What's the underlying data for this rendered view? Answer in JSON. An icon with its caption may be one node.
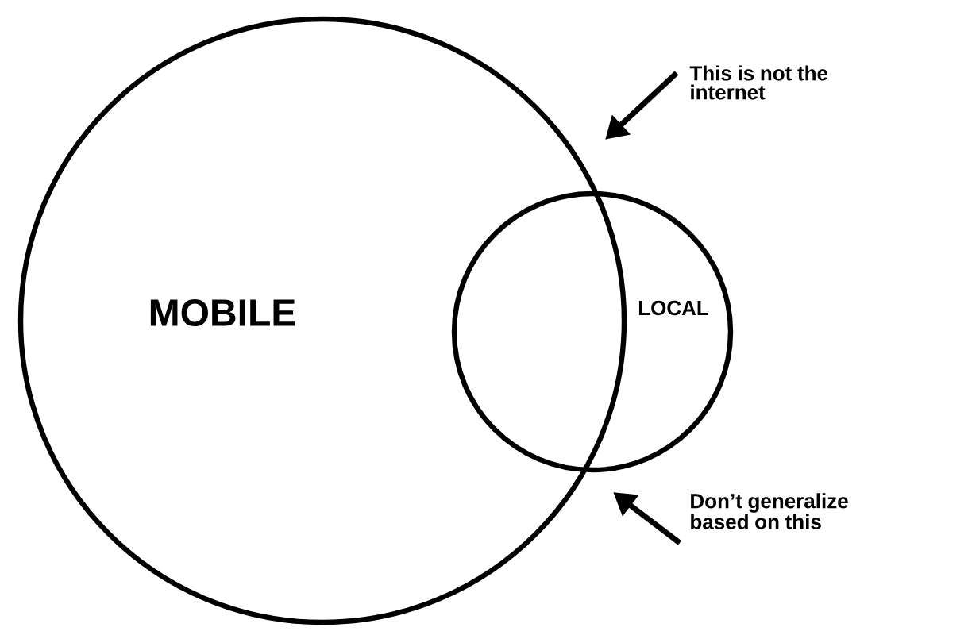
{
  "diagram": {
    "nodes": [
      {
        "text": [
          "MOBILE"
        ]
      },
      {
        "text": [
          "LOCAL"
        ]
      },
      {
        "text": [
          "This is not the internet"
        ]
      },
      {
        "text": [
          "Don’t generalize based on this"
        ]
      }
    ],
    "edges": [
      {
        "from": 2,
        "to": null,
        "arrow": "to"
      },
      {
        "from": 3,
        "to": null,
        "arrow": "to"
      }
    ]
  }
}
